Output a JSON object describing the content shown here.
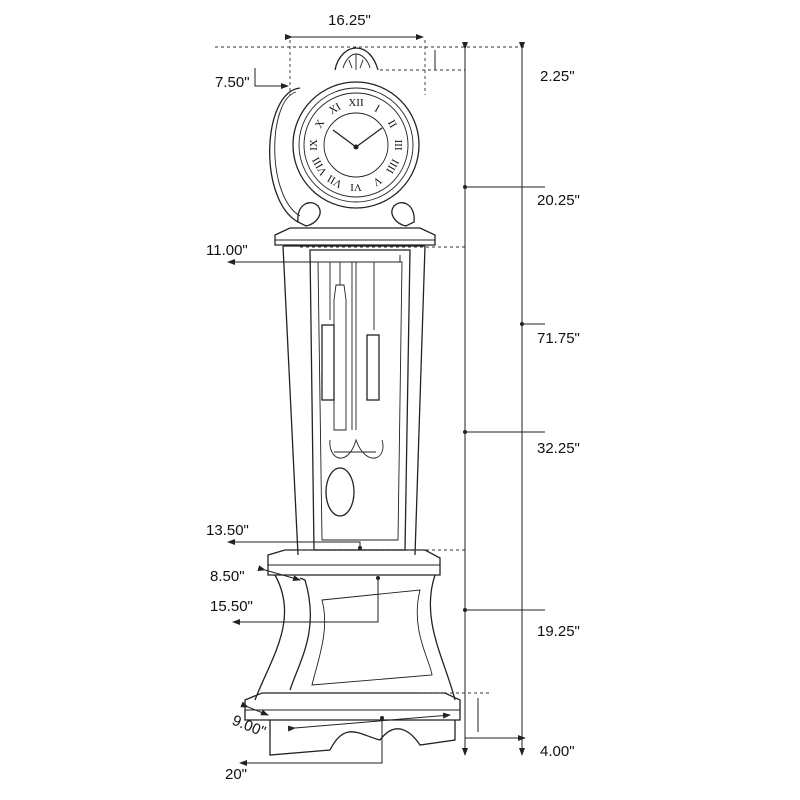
{
  "title": "Grandfather clock dimensions",
  "dimensions": {
    "top_width": "16.25\"",
    "side_depth_head": "7.50\"",
    "crest_height": "2.25\"",
    "head_height": "20.25\"",
    "trunk_width": "11.00\"",
    "total_height": "71.75\"",
    "trunk_height": "32.25\"",
    "trunk_ledge_width": "13.50\"",
    "ledge_depth": "8.50\"",
    "base_width": "15.50\"",
    "base_height": "19.25\"",
    "plinth_height": "4.00\"",
    "plinth_depth": "9.00\"",
    "plinth_width": "20\""
  },
  "dial_numerals": [
    "XII",
    "I",
    "II",
    "III",
    "IIII",
    "V",
    "VI",
    "VII",
    "VIII",
    "IX",
    "X",
    "XI"
  ]
}
